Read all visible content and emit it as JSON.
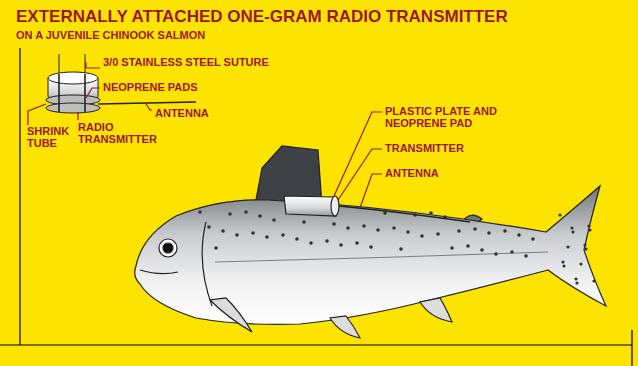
{
  "diagram": {
    "title": "EXTERNALLY ATTACHED ONE-GRAM RADIO TRANSMITTER",
    "labels": [
      "ON A JUVENILE CHINOOK SALMON",
      "3/0 STAINLESS STEEL SUTURE",
      "NEOPRENE PADS",
      "ANTENNA",
      "SHRINK TUBE",
      "RADIO TRANSMITTER",
      "PLASTIC PLATE AND NEOPRENE PAD",
      "TRANSMITTER",
      "ANTENNA"
    ]
  }
}
